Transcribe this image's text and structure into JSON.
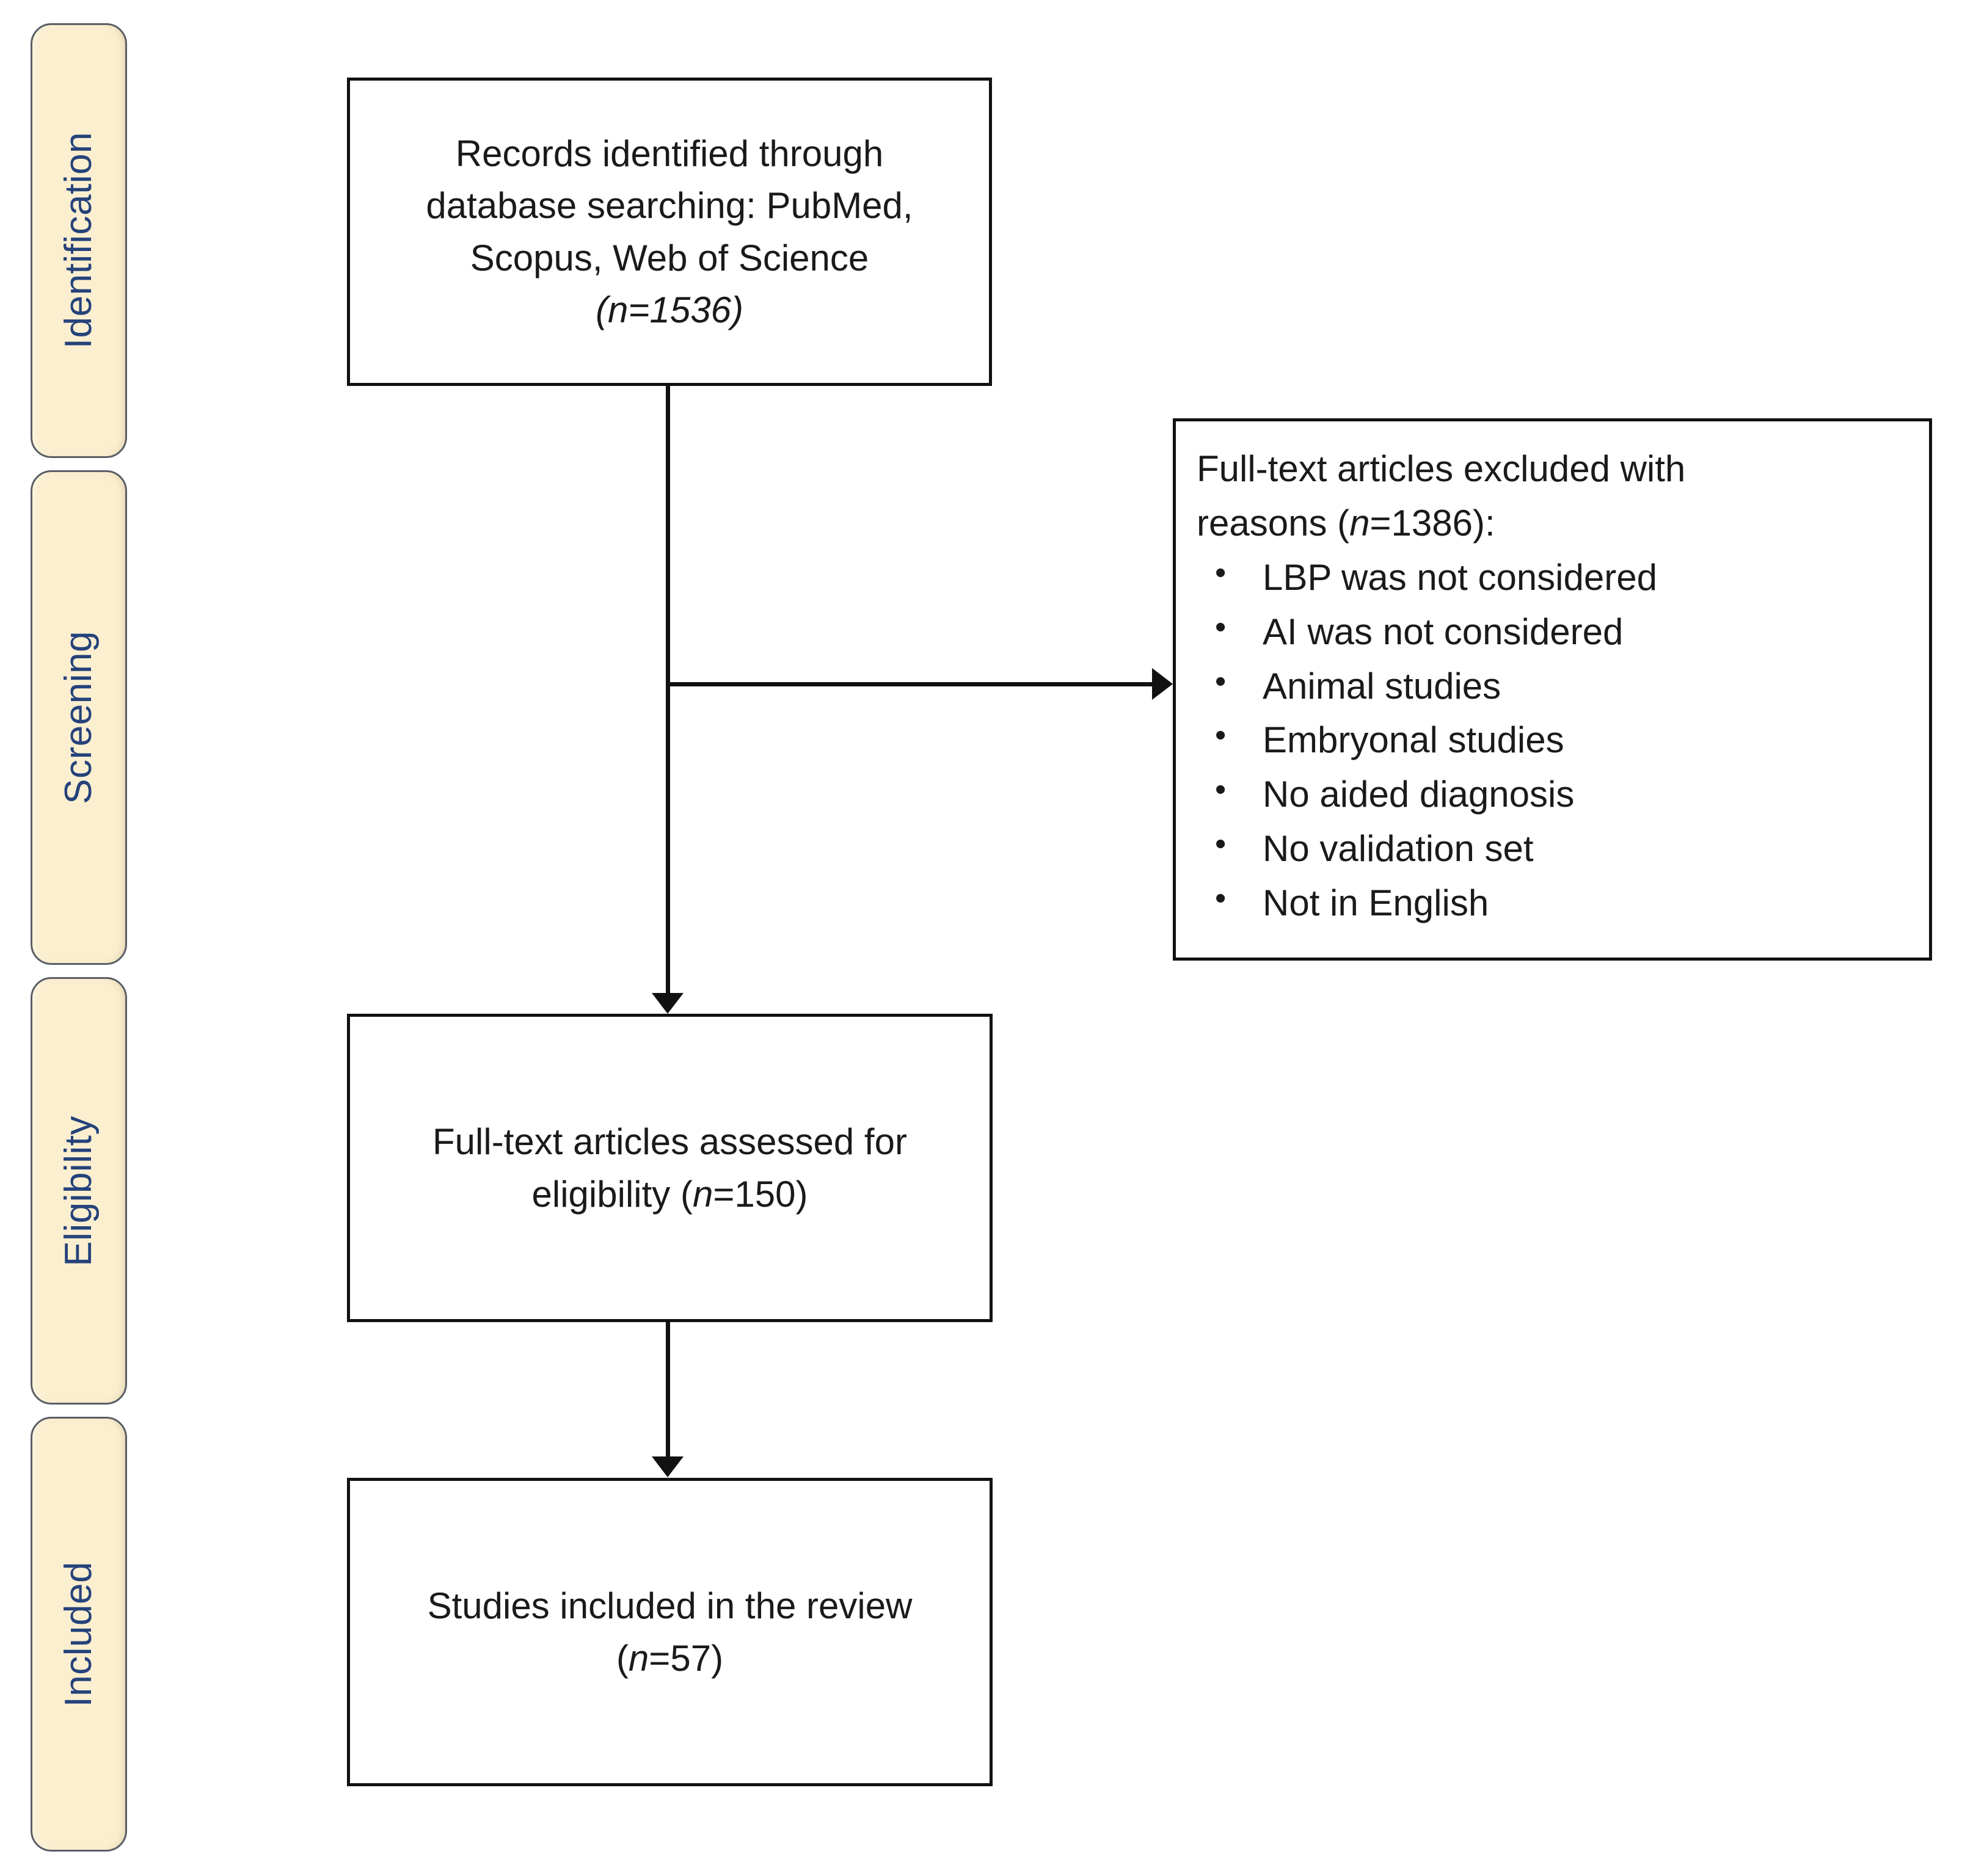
{
  "diagram": {
    "type": "prisma-flow-diagram",
    "title": "PRISMA study selection flow",
    "colors": {
      "stage_fill": "#FBEFD0",
      "stage_border": "#5A5E66",
      "stage_text": "#25427A",
      "box_border": "#111111",
      "box_fill": "#FFFFFF",
      "box_text": "#1A1A1A",
      "connector": "#111111"
    }
  },
  "stages": [
    {
      "label": "Identification"
    },
    {
      "label": "Screening"
    },
    {
      "label": "Eligibility"
    },
    {
      "label": "Included"
    }
  ],
  "boxes": {
    "identified": {
      "line1": "Records identified through",
      "line2": "database searching: PubMed,",
      "line3": "Scopus, Web of Science",
      "count_prefix": "(",
      "count_italic": "n",
      "count_value": "=1536)",
      "n": 1536
    },
    "excluded": {
      "heading_part1": "Full-text articles excluded with",
      "heading_part2": "reasons (",
      "heading_italic": "n",
      "heading_part3": "=1386):",
      "n": 1386,
      "reasons": [
        "LBP was not considered",
        "AI was not considered",
        "Animal studies",
        "Embryonal studies",
        "No aided diagnosis",
        "No validation set",
        "Not in English"
      ]
    },
    "assessed": {
      "line1": "Full-text articles assessed for",
      "line2_prefix": "eligibility (",
      "line2_italic": "n",
      "line2_suffix": "=150)",
      "n": 150
    },
    "included": {
      "line1": "Studies included in the review",
      "line2_prefix": "(",
      "line2_italic": "n",
      "line2_suffix": "=57)",
      "n": 57
    }
  }
}
